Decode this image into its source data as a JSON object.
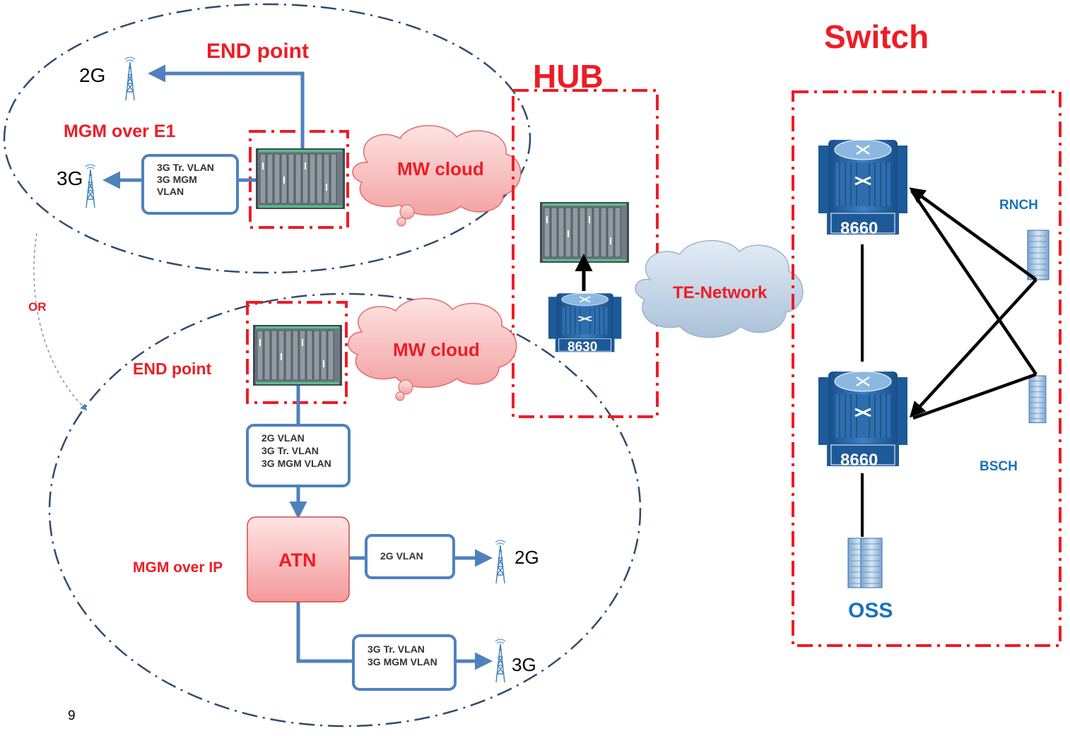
{
  "title": "Switch",
  "hub_label": "HUB",
  "top_zone": {
    "end_point": "END point",
    "mgm": "MGM over E1",
    "site_2g": "2G",
    "site_3g": "3G",
    "vlan_box": [
      "3G Tr. VLAN",
      "3G MGM",
      "VLAN"
    ],
    "cloud": "MW cloud"
  },
  "or_label": "OR",
  "bottom_zone": {
    "end_point": "END point",
    "mgm": "MGM over IP",
    "cloud": "MW cloud",
    "vlan_box": [
      "2G VLAN",
      "3G Tr. VLAN",
      "3G MGM VLAN"
    ],
    "atn": "ATN",
    "vlan_2g_box": "2G VLAN",
    "site_2g": "2G",
    "vlan_3g_box": [
      "3G Tr. VLAN",
      "3G MGM VLAN"
    ],
    "site_3g": "3G"
  },
  "hub": {
    "router_label": "8630"
  },
  "te_network": "TE-Network",
  "switch": {
    "router_top_label": "8660",
    "router_bottom_label": "8660",
    "rnch": "RNCH",
    "bsch": "BSCH",
    "oss": "OSS"
  },
  "page_number": "9",
  "colors": {
    "red": "#ee1c25",
    "connector_blue": "#4f81bd",
    "ellipse": "#2f4b6e",
    "router_blue": "#1e5fa0",
    "cloud_pink": "#f8c0c0",
    "cloud_blue": "#c9d8e8",
    "atn_pink": "#f6a8a8",
    "label_blue": "#1a72b8"
  }
}
